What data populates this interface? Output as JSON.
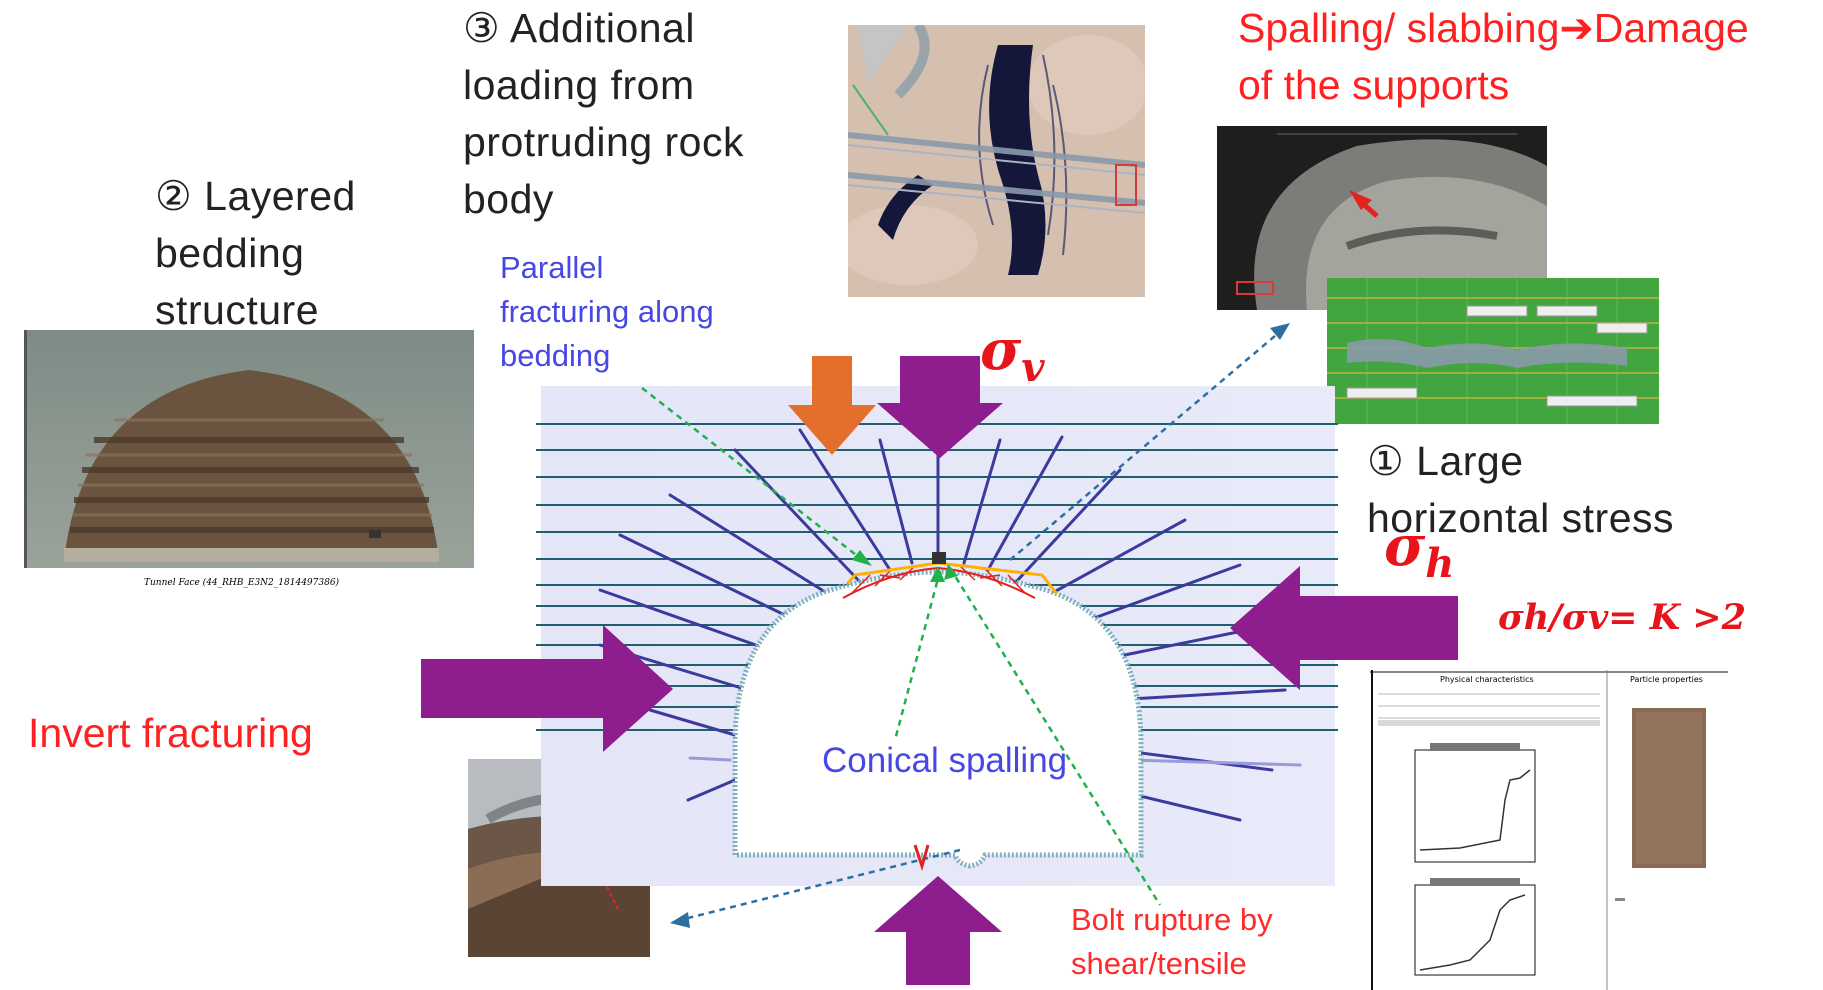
{
  "labels": {
    "loading": [
      "③ Additional",
      "loading from",
      "protruding rock",
      "body"
    ],
    "layered": [
      "② Layered",
      "bedding",
      "structure"
    ],
    "spalling_title": [
      "Spalling/ slabbing",
      "Damage",
      "of the supports"
    ],
    "parallel": [
      "Parallel",
      "fracturing along",
      "bedding"
    ],
    "large_stress": [
      "① Large",
      "horizontal stress"
    ],
    "invert": "Invert fracturing",
    "conical": "Conical spalling",
    "bolt": [
      "Bolt rupture by",
      "shear/tensile"
    ],
    "sigma_v": "σ",
    "sigma_v_sub": "v",
    "sigma_h": "σ",
    "sigma_h_sub": "h",
    "ratio": "σh/σv=  K >2",
    "photo_caption": "Tunnel Face (44_RHB_E3N2_1814497386)",
    "panel_a_title": "Physical characteristics",
    "panel_b_title": "Particle properties"
  },
  "colors": {
    "arrow_purple": "#8e1e8e",
    "arrow_orange": "#e46e2b",
    "stress_red": "#e8141c",
    "bedding_line": "#1f5f6f",
    "bolt_blue": "#3b3b9e",
    "fracture_green": "#22b04a",
    "fracture_blue": "#2f6fa0"
  }
}
